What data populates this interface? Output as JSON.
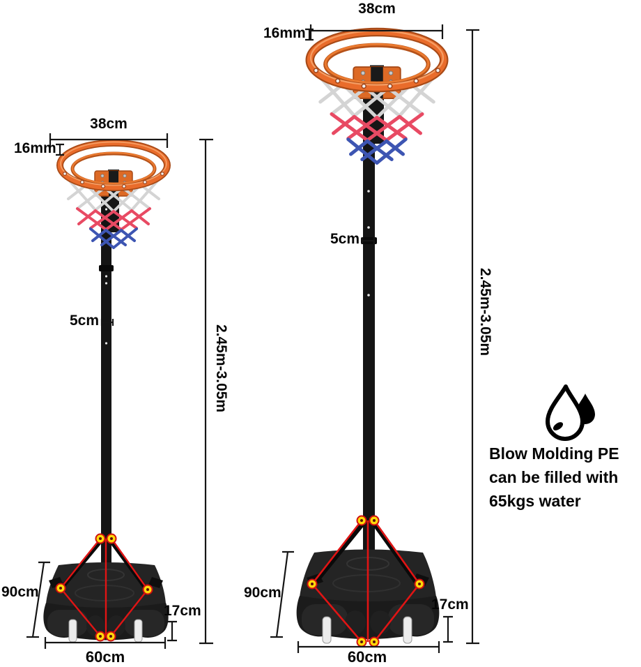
{
  "stands": {
    "left": {
      "rim_diameter": "38cm",
      "rim_thickness": "16mm",
      "pole_width": "5cm",
      "height_range": "2.45m-3.05m",
      "base_depth": "90cm",
      "base_height": "17cm",
      "base_width": "60cm"
    },
    "right": {
      "rim_diameter": "38cm",
      "rim_thickness": "16mm",
      "pole_width": "5cm",
      "height_range": "2.45m-3.05m",
      "base_depth": "90cm",
      "base_height": "17cm",
      "base_width": "60cm"
    }
  },
  "callout": {
    "lines": [
      "Blow Molding PE",
      "can be filled with",
      "65kgs water"
    ],
    "icon": "water-drop-icon"
  },
  "colors": {
    "rim_orange": "#e96c2b",
    "rim_orange_dark": "#a84a17",
    "net_white": "#d6d6d6",
    "net_red": "#e84a63",
    "net_blue": "#3d55b2",
    "frame_black": "#161616",
    "strut_red": "#e01414",
    "node_yellow": "#ffd90a",
    "dimension_black": "#151515"
  }
}
